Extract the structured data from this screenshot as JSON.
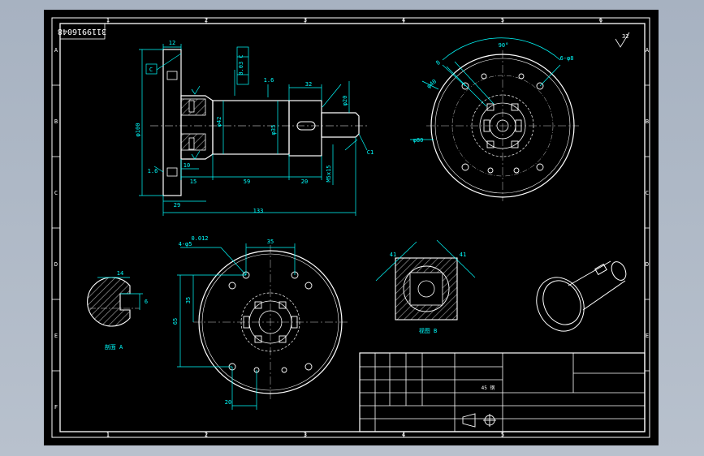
{
  "drawing": {
    "drawing_number": "3119916048",
    "column_labels": [
      "1",
      "2",
      "3",
      "4",
      "5",
      "6"
    ],
    "row_labels": [
      "A",
      "B",
      "C",
      "D",
      "E",
      "F"
    ],
    "surface_finish": "32",
    "colors": {
      "paper": "#000000",
      "frame": "#ffffff",
      "part": "#ffffff",
      "dimension": "#00ffff",
      "hatch": "#a0a0a0",
      "backdrop": "#aeb8c6"
    }
  },
  "front_view": {
    "dims": {
      "flange_thk": "12",
      "datum": "C",
      "runout": "0.03 C",
      "rough1": "1.6",
      "rough2": "1.6",
      "key_len": "32",
      "dia_flange": "φ100",
      "dia_mid": "φ42",
      "dia_shaft": "φ35",
      "dia_end": "φ20",
      "l15": "15",
      "l10": "10",
      "l59": "59",
      "l20": "20",
      "thread": "M5x15",
      "chamfer": "C1",
      "l29": "29",
      "total": "133"
    }
  },
  "top_right_view": {
    "angle": "90°",
    "holes": "6-φ8",
    "dia_bolt_circle": "φ80",
    "dia_small": "φ40",
    "width": "8"
  },
  "bottom_view": {
    "holes": "4-φ5",
    "tol": "0.012",
    "w35": "35",
    "h35": "35",
    "h65": "65",
    "w20": "20"
  },
  "section_view": {
    "width": "14",
    "depth": "6",
    "label": "剖面 A"
  },
  "square_view": {
    "side_a": "41",
    "side_b": "41",
    "label": "视图 B"
  },
  "title_block": {
    "material_label": "45 钢"
  }
}
